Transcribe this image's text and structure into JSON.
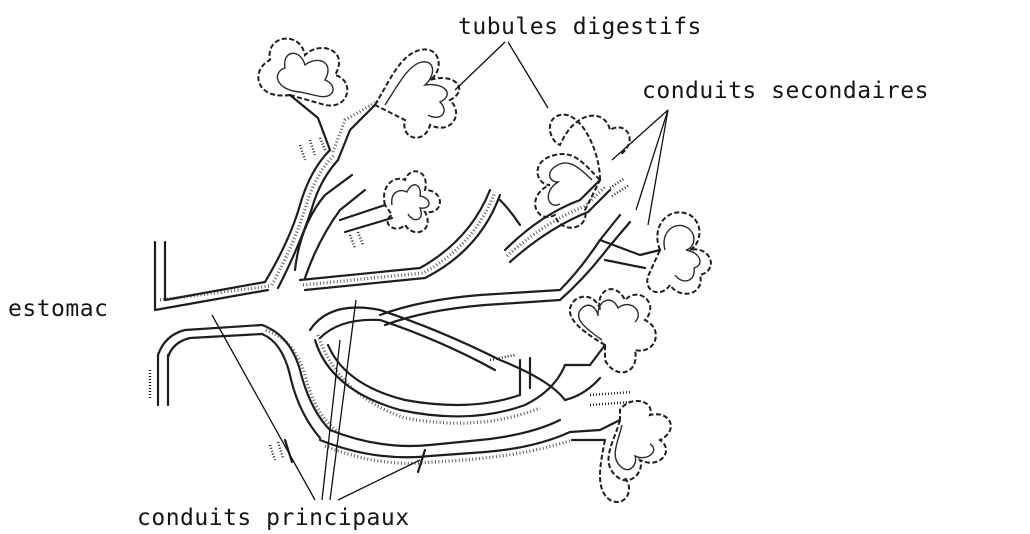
{
  "labels": {
    "tubules": "tubules digestifs",
    "secondaires": "conduits secondaires",
    "estomac": "estomac",
    "principaux": "conduits principaux"
  },
  "colors": {
    "ink": "#1e1e1e",
    "background": "#ffffff"
  }
}
